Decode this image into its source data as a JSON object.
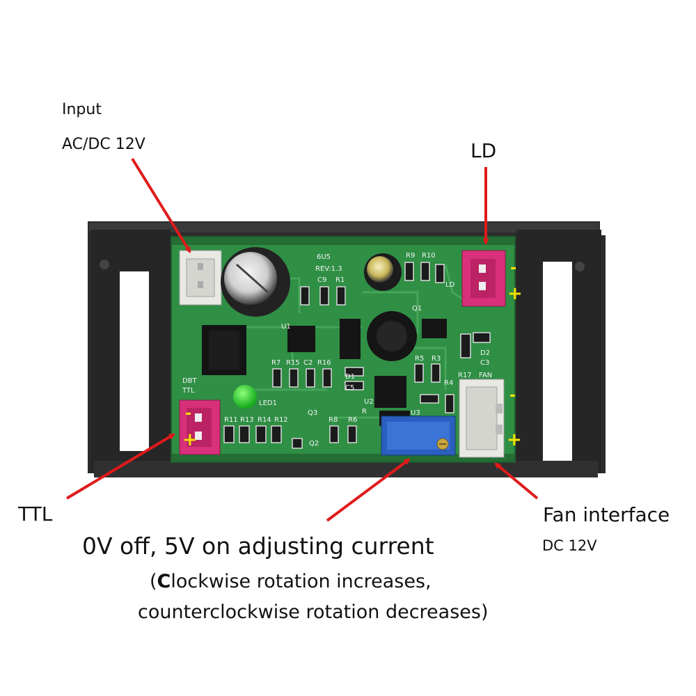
{
  "labels": {
    "input_title": "Input",
    "input_spec": "AC/DC 12V",
    "ld": "LD",
    "ttl": "TTL",
    "fan_title": "Fan interface",
    "fan_spec": "DC 12V",
    "ttl_note": "0V off, 5V on adjusting current",
    "current_note_line1_bold": "C",
    "current_note_line1_rest": "lockwise rotation increases,",
    "current_note_line2": "counterclockwise rotation decreases)",
    "current_note_open_paren": "("
  },
  "connector_marks": {
    "ld_minus": "-",
    "ld_plus": "+",
    "ttl_minus": "-",
    "ttl_plus": "+",
    "fan_minus": "-",
    "fan_plus": "+"
  },
  "silkscreen": {
    "board_id": "6U5",
    "revision": "REV:1.3",
    "c9": "C9",
    "r1": "R1",
    "r9": "R9",
    "r10": "R10",
    "ld": "LD",
    "q1": "Q1",
    "r7": "R7",
    "r15": "R15",
    "c2": "C2",
    "r16": "R16",
    "d1": "D1",
    "c5": "C5",
    "u2": "U2",
    "r5": "R5",
    "r3": "R3",
    "r4": "R4",
    "r17": "R17",
    "fan": "FAN",
    "d2": "D2",
    "c3": "C3",
    "dbt": "DBT",
    "ttl": "TTL",
    "led1": "LED1",
    "r11": "R11",
    "r13": "R13",
    "r14": "R14",
    "r12": "R12",
    "q3": "Q3",
    "r8": "R8",
    "r6": "R6",
    "q2": "Q2",
    "u3": "U3",
    "r": "R",
    "u1": "U1"
  },
  "colors": {
    "arrow": "#e01a1a",
    "board_green": "#2f8f45",
    "frame": "#2b2b2b",
    "connector_pink": "#d8307a",
    "potentiometer_blue": "#2a5fc0",
    "polarity_yellow": "#f2e200"
  }
}
